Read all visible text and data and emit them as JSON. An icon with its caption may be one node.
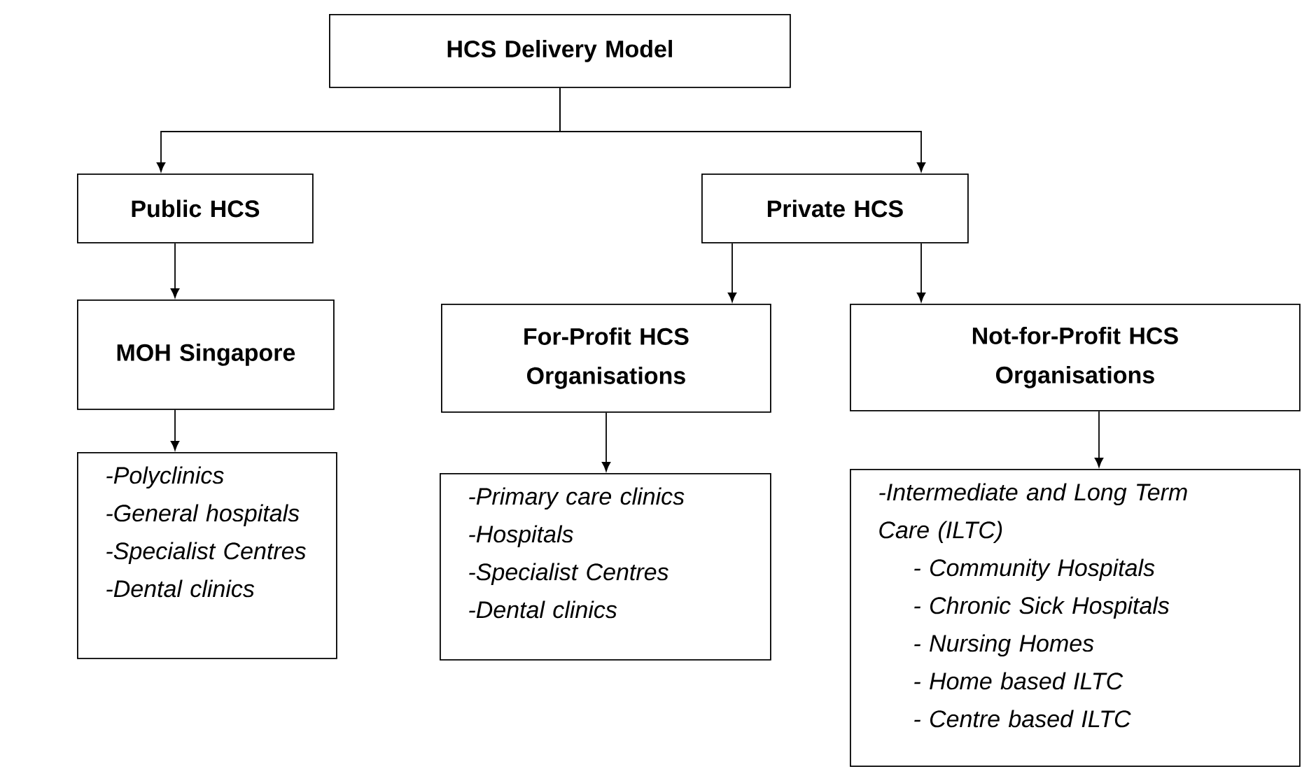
{
  "diagram": {
    "nodes": [
      {
        "text": [
          "HCS Delivery Model"
        ]
      },
      {
        "text": [
          "Public HCS"
        ]
      },
      {
        "text": [
          "Private HCS"
        ]
      },
      {
        "text": [
          "MOH Singapore"
        ]
      },
      {
        "text": [
          "For-Profit HCS Organisations"
        ]
      },
      {
        "text": [
          "Not-for-Profit HCS Organisations"
        ]
      },
      {
        "text": [
          "-Polyclinics",
          "-General hospitals",
          "-Specialist Centres",
          "-Dental clinics"
        ]
      },
      {
        "text": [
          "-Primary care clinics",
          "-Hospitals",
          "-Specialist Centres",
          "-Dental clinics"
        ]
      },
      {
        "text": [
          "-Intermediate and Long Term Care (ILTC)",
          "- Community Hospitals",
          "- Chronic Sick Hospitals",
          "- Nursing Homes",
          "- Home based ILTC",
          "- Centre based ILTC"
        ]
      }
    ],
    "edges": [
      {
        "from": 0,
        "to": 1,
        "arrow": "to"
      },
      {
        "from": 0,
        "to": 2,
        "arrow": "to"
      },
      {
        "from": 1,
        "to": 3,
        "arrow": "to"
      },
      {
        "from": 2,
        "to": 4,
        "arrow": "to"
      },
      {
        "from": 2,
        "to": 5,
        "arrow": "to"
      },
      {
        "from": 3,
        "to": 6,
        "arrow": "to"
      },
      {
        "from": 4,
        "to": 7,
        "arrow": "to"
      },
      {
        "from": 5,
        "to": 8,
        "arrow": "to"
      }
    ]
  }
}
